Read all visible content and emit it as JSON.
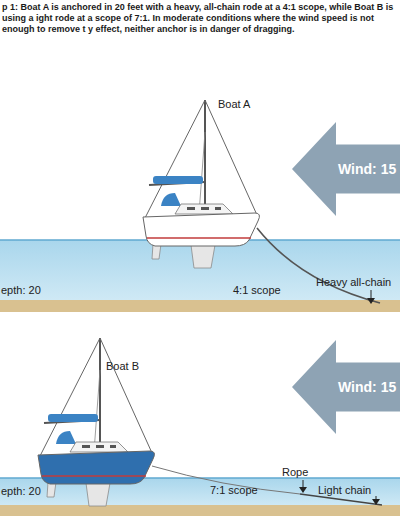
{
  "diagram": {
    "caption": "p 1: Boat A is anchored in 20 feet with a heavy, all-chain rode at a 4:1 scope, while Boat B is using a ight rode at a scope of 7:1. In moderate conditions where the wind speed is not enough to remove t y effect, neither anchor is in danger of dragging.",
    "nodes": [
      {
        "text": [
          "Wind: 15"
        ]
      },
      {
        "text": [
          "Wind: 15"
        ]
      }
    ],
    "labels": [
      "Boat A",
      "epth: 20",
      "4:1 scope",
      "Heavy all-chain",
      "Boat B",
      "epth: 20",
      "7:1 scope",
      "Rope",
      "Light chain"
    ]
  }
}
